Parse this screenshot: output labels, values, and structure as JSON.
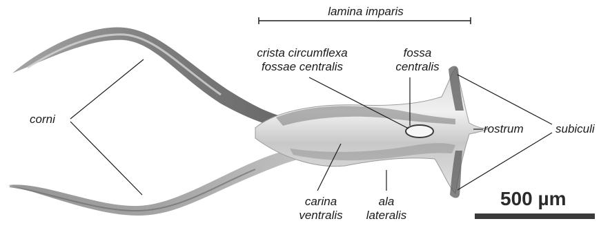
{
  "figure": {
    "labels": {
      "lamina_imparis": "lamina imparis",
      "crista_line1": "crista circumflexa",
      "crista_line2": "fossae centralis",
      "fossa_line1": "fossa",
      "fossa_line2": "centralis",
      "corni": "corni",
      "rostrum": "rostrum",
      "subiculi": "subiculi",
      "carina_line1": "carina",
      "carina_line2": "ventralis",
      "ala_line1": "ala",
      "ala_line2": "lateralis"
    },
    "scale_bar": {
      "label": "500 µm"
    },
    "colors": {
      "specimen_dark": "#3a3a3a",
      "specimen_mid": "#8c8c8c",
      "specimen_light": "#e6e6e6",
      "leader": "#1a1a1a"
    }
  }
}
